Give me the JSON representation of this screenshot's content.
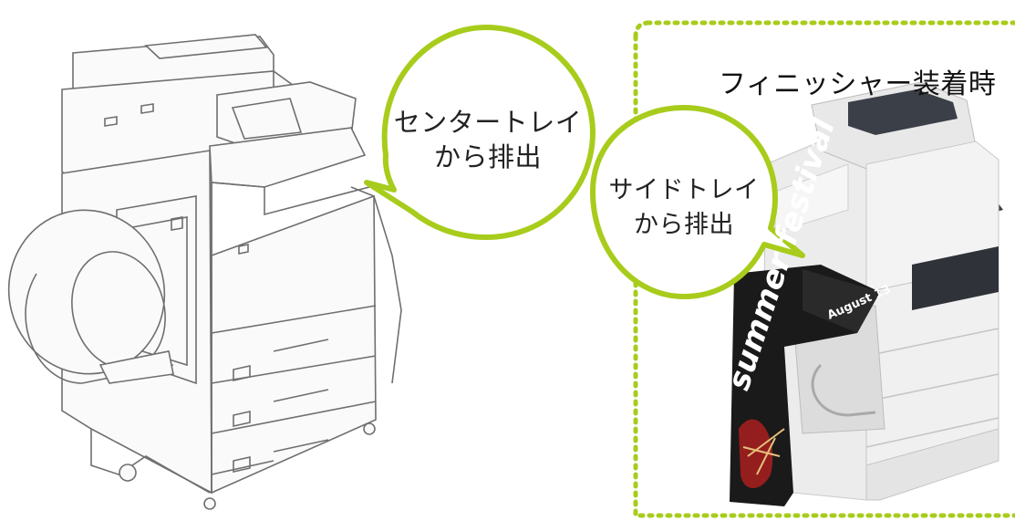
{
  "left_callout": {
    "line1": "センタートレイ",
    "line2": "から排出"
  },
  "right_callout": {
    "line1": "サイドトレイ",
    "line2": "から排出"
  },
  "finisher_caption": "フィニッシャー装着時",
  "poster": {
    "text_main": "summer festival",
    "text_sub": "August 13"
  },
  "colors": {
    "callout_border": "#a8cc1c",
    "dotted_frame": "#a8cc1c",
    "outline": "#6f6f6f",
    "poster_dark": "#1a1a1a",
    "poster_red": "#b31f1f"
  }
}
